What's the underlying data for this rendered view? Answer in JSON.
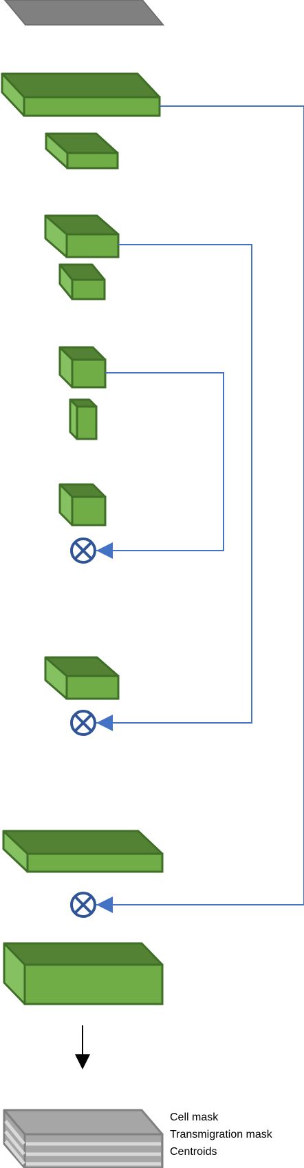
{
  "diagram": {
    "output_labels": [
      "Cell mask",
      "Transmigration mask",
      "Centroids"
    ],
    "colors": {
      "block_top": "#548235",
      "block_front": "#70AD47",
      "block_side": "#85C061",
      "block_edge": "#3F6E27",
      "input_face": "#808080",
      "input_edge": "#6E6E6E",
      "output_face": "#A6A6A6",
      "output_stripe": "#D9D9D9",
      "output_edge": "#808080",
      "skip_line": "#4472C4",
      "merge_node": "#2F5597",
      "arrow": "#000000"
    }
  }
}
